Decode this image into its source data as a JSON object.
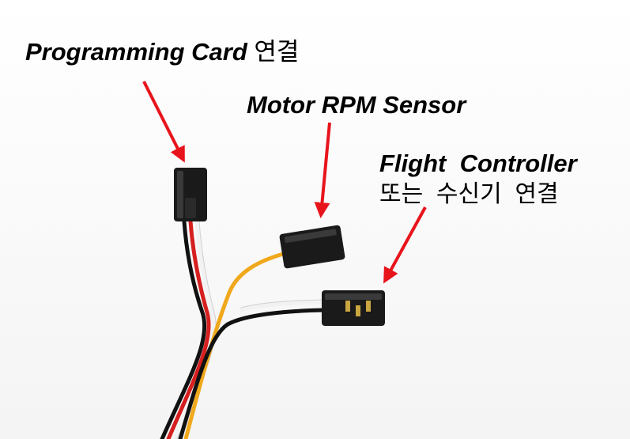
{
  "labels": {
    "programming_card": {
      "title": "Programming Card",
      "suffix": "연결"
    },
    "motor_rpm_sensor": {
      "title": "Motor RPM Sensor"
    },
    "flight_controller": {
      "title": "Flight  Controller",
      "subtitle": "또는  수신기  연결"
    }
  },
  "colors": {
    "arrow": "#e8141c",
    "text": "#000000",
    "background": "#ffffff",
    "connector": "#1a1a1a",
    "wire_black": "#111111",
    "wire_red": "#d61f1f",
    "wire_white": "#f2f2f2",
    "wire_orange": "#f0a81c",
    "pin_gold": "#c9a640"
  }
}
